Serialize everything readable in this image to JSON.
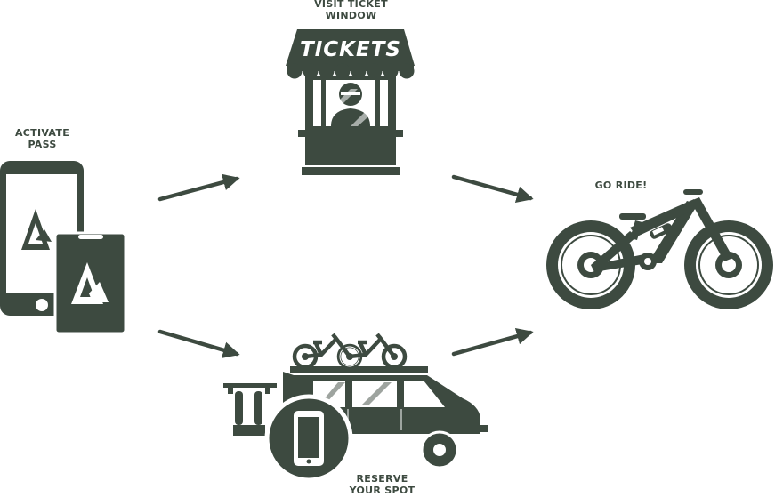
{
  "steps": {
    "activate": {
      "line1": "ACTIVATE",
      "line2": "PASS"
    },
    "visit": {
      "line1": "VISIT TICKET",
      "line2": "WINDOW"
    },
    "reserve": {
      "line1": "RESERVE",
      "line2": "YOUR SPOT"
    },
    "ride": {
      "label": "GO RIDE!"
    }
  },
  "booth": {
    "sign": "TICKETS"
  },
  "icons": {
    "pass": "phone-and-card-pass-icon",
    "booth": "ticket-booth-icon",
    "van": "van-with-bikes-icon",
    "bike": "mountain-bike-icon",
    "arrow": "arrow-icon"
  },
  "colors": {
    "ink": "#3d4a40",
    "background": "#ffffff"
  }
}
